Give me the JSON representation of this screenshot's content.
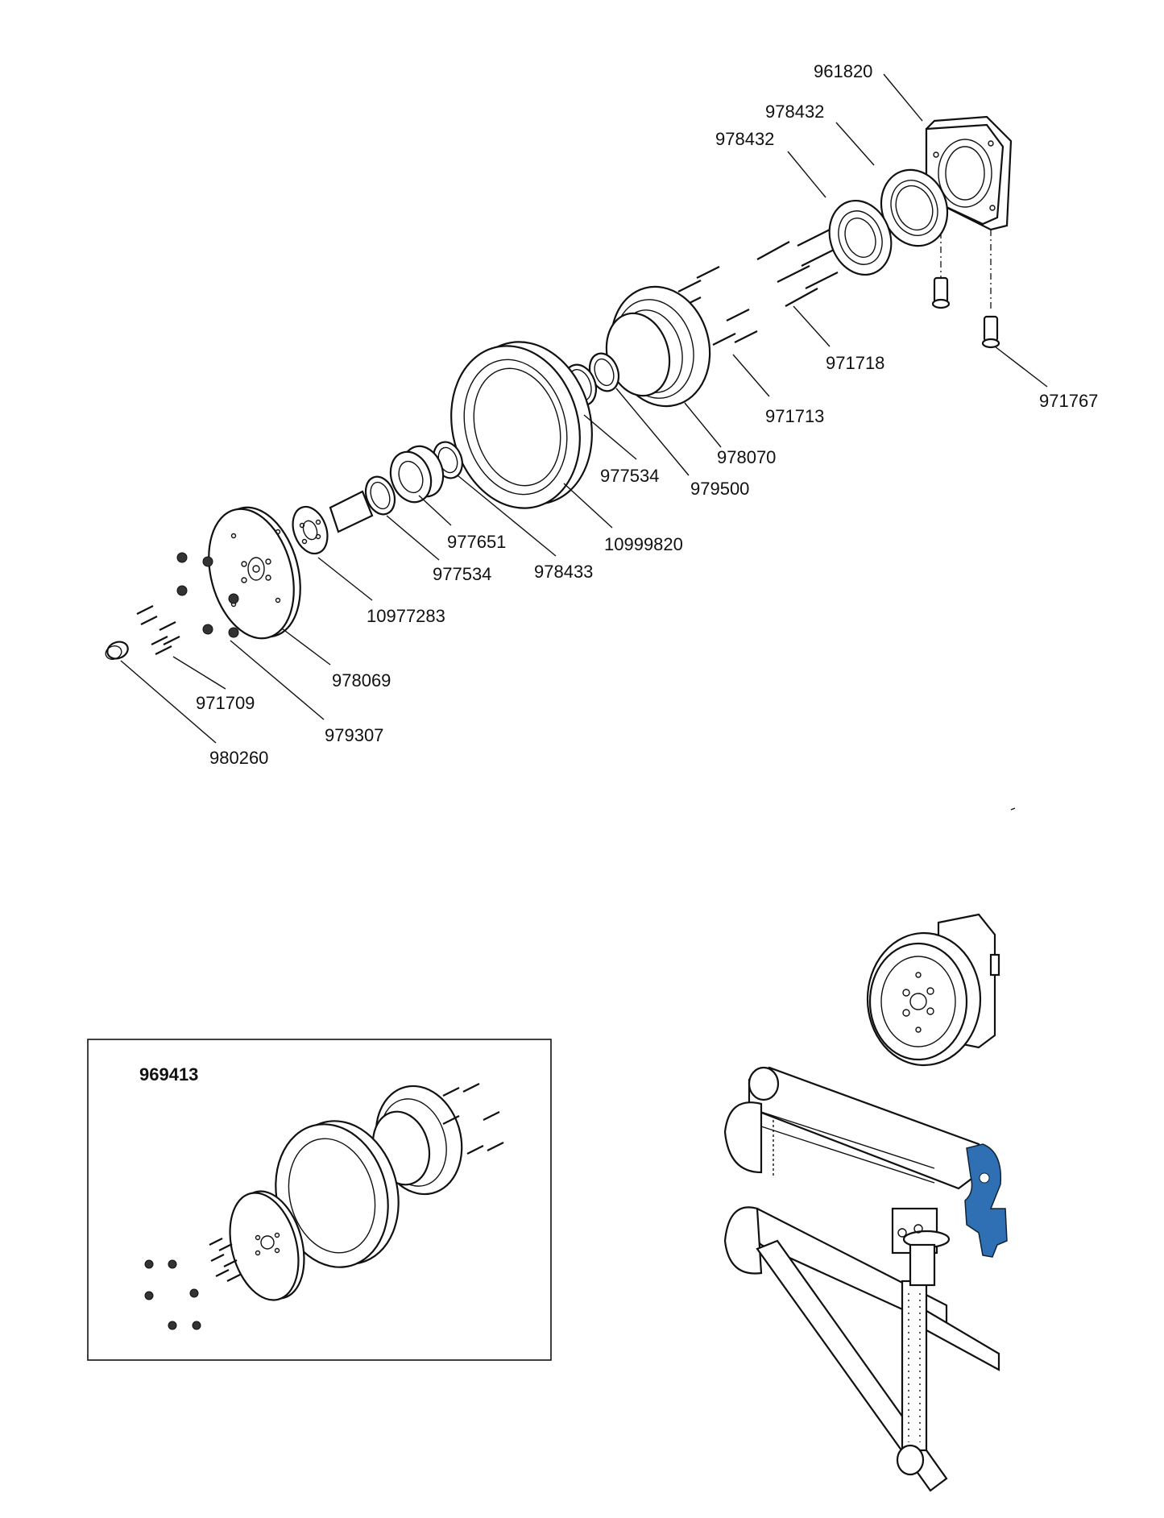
{
  "exploded_view": {
    "callouts": [
      {
        "id": "961820",
        "text": "961820"
      },
      {
        "id": "978432a",
        "text": "978432"
      },
      {
        "id": "978432b",
        "text": "978432"
      },
      {
        "id": "971718",
        "text": "971718"
      },
      {
        "id": "971767",
        "text": "971767"
      },
      {
        "id": "971713",
        "text": "971713"
      },
      {
        "id": "978070",
        "text": "978070"
      },
      {
        "id": "977534a",
        "text": "977534"
      },
      {
        "id": "979500",
        "text": "979500"
      },
      {
        "id": "10999820",
        "text": "10999820"
      },
      {
        "id": "977651",
        "text": "977651"
      },
      {
        "id": "978433",
        "text": "978433"
      },
      {
        "id": "977534b",
        "text": "977534"
      },
      {
        "id": "10977283",
        "text": "10977283"
      },
      {
        "id": "978069",
        "text": "978069"
      },
      {
        "id": "971709",
        "text": "971709"
      },
      {
        "id": "979307",
        "text": "979307"
      },
      {
        "id": "980260",
        "text": "980260"
      }
    ]
  },
  "kit_inset": {
    "title": "969413"
  },
  "location_view": {
    "highlight_color": "#2f6fb3"
  }
}
